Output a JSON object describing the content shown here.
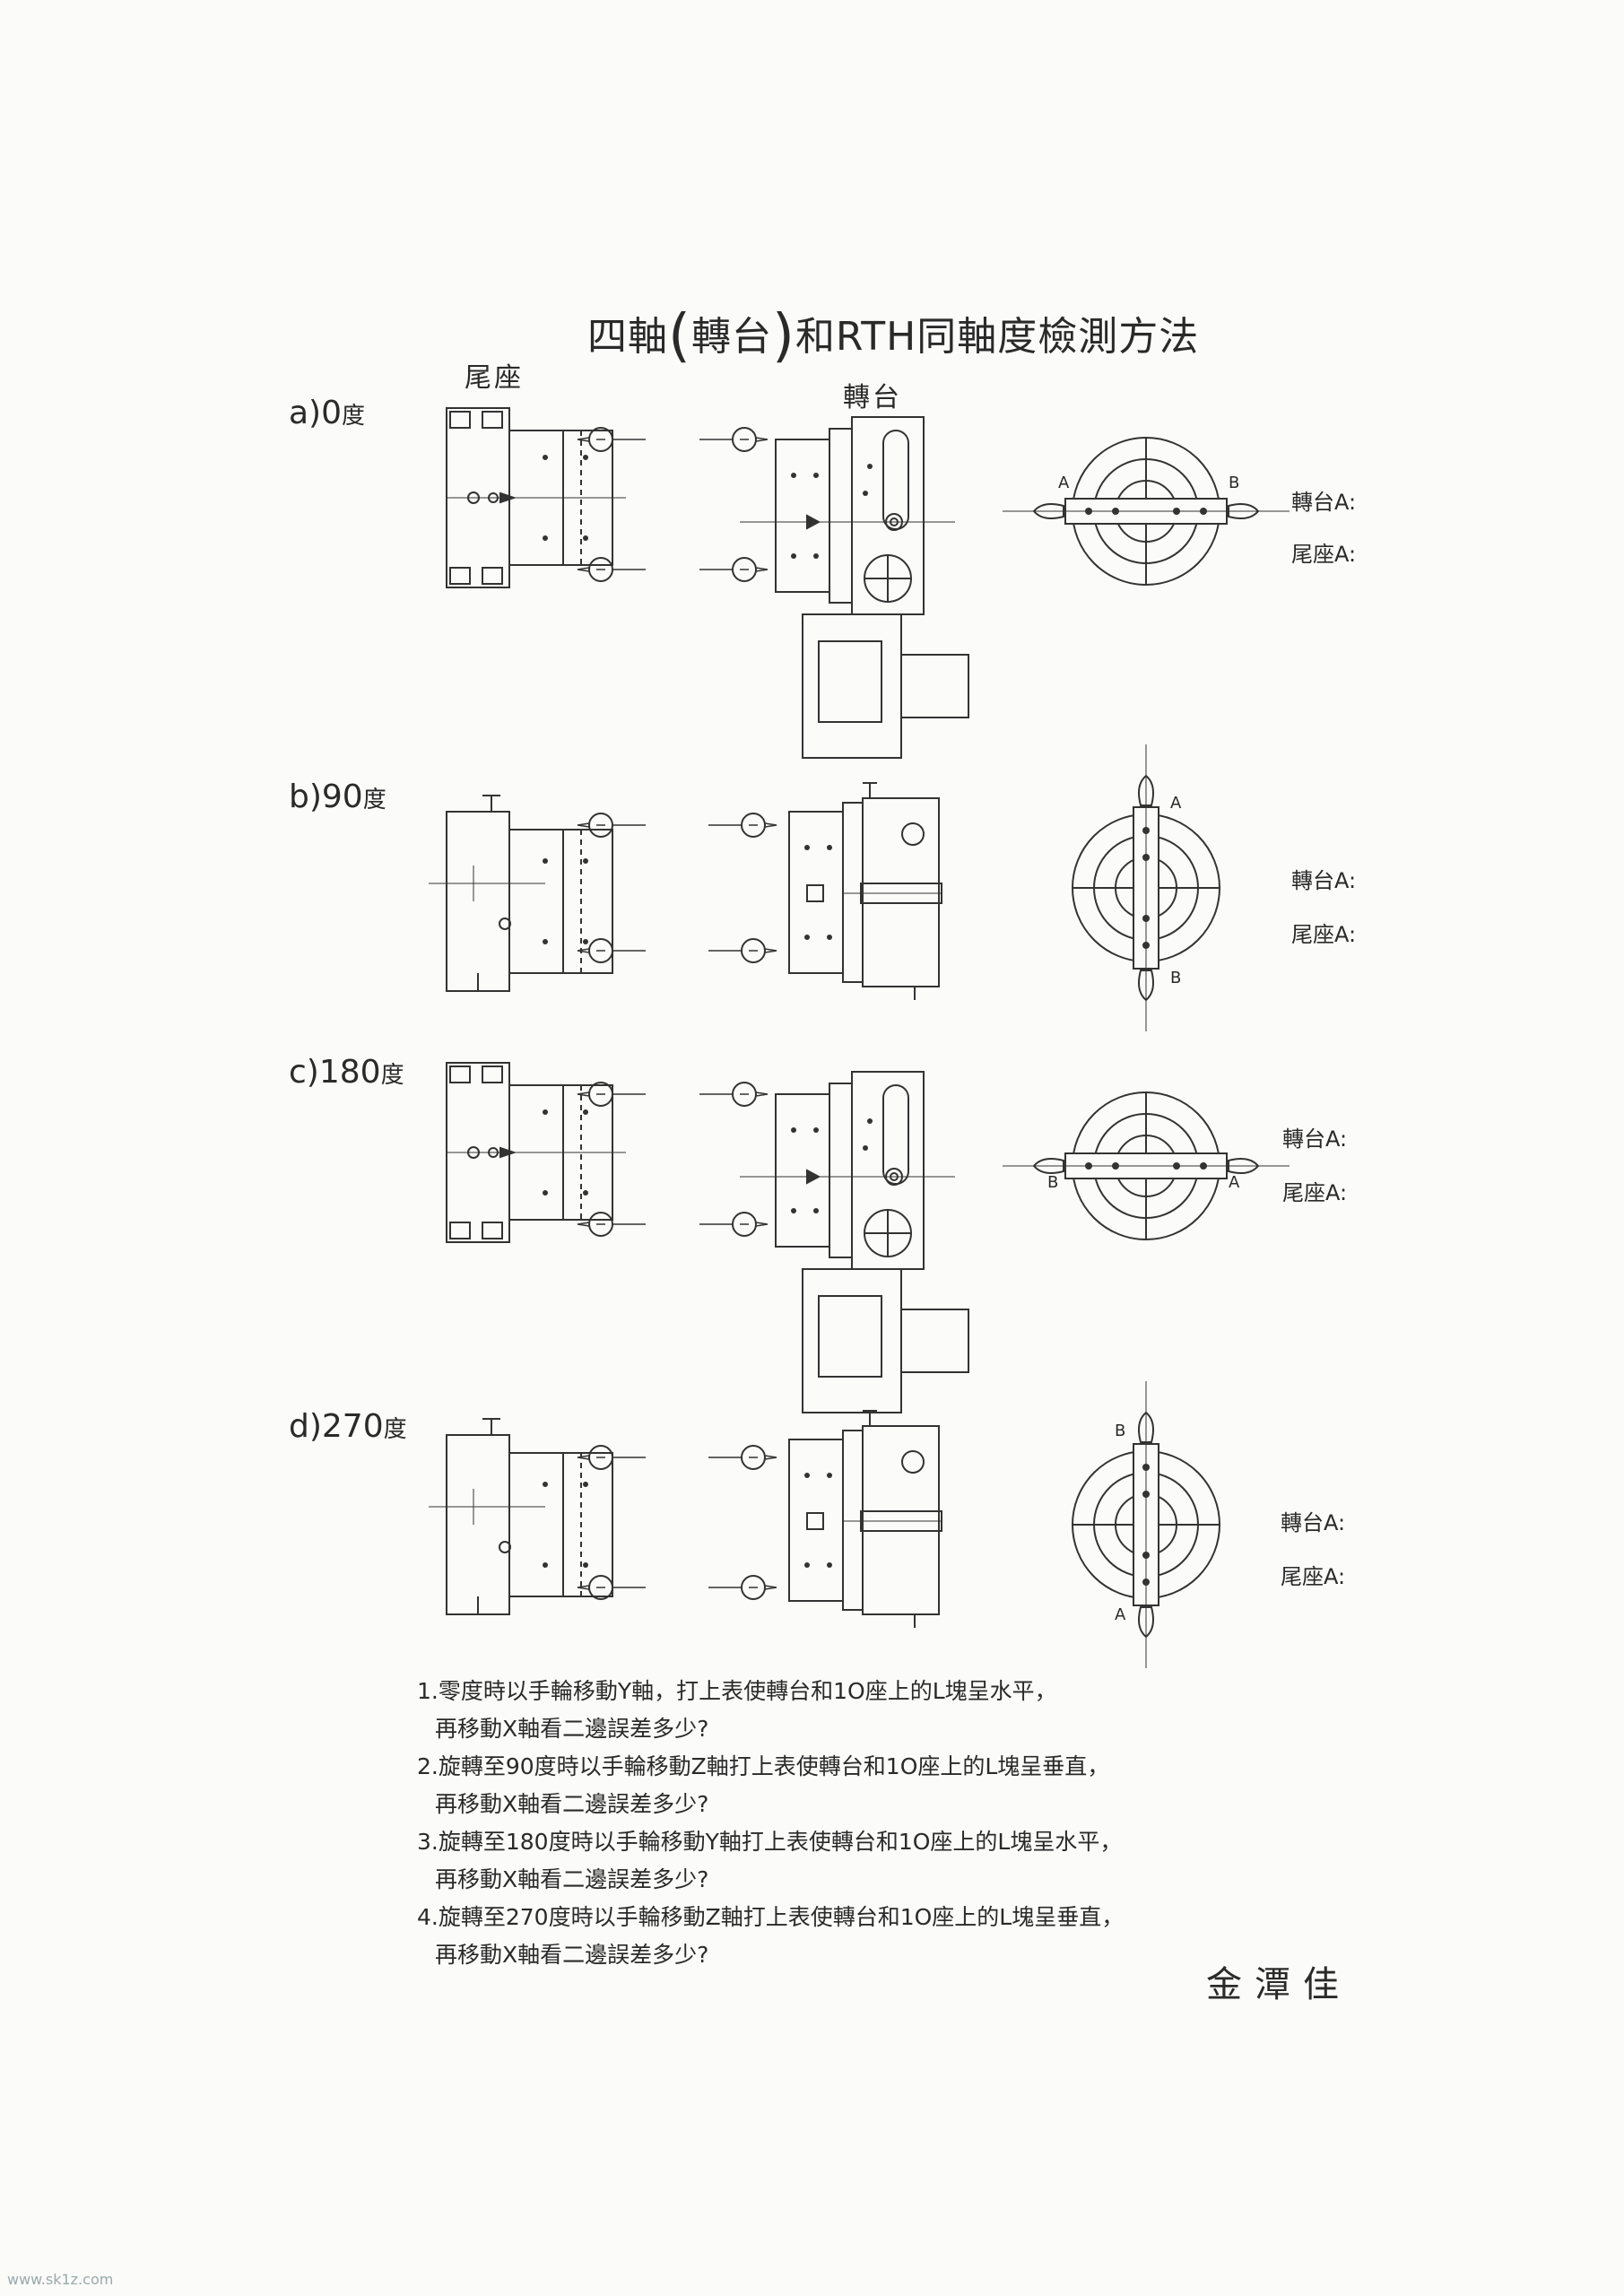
{
  "doc": {
    "title": {
      "prefix": "四軸",
      "paren_open": "(",
      "inner": "轉台",
      "paren_close": ")",
      "suffix": "和RTH同軸度檢測方法"
    },
    "col_tailstock": "尾座",
    "col_rotary": "轉台",
    "sections": [
      {
        "id": "a",
        "label": "a)0",
        "deg": "度",
        "marks": [
          "A",
          "B"
        ],
        "readings": [
          "轉台A:",
          "尾座A:"
        ]
      },
      {
        "id": "b",
        "label": "b)90",
        "deg": "度",
        "marks": [
          "A",
          "B"
        ],
        "readings": [
          "轉台A:",
          "尾座A:"
        ]
      },
      {
        "id": "c",
        "label": "c)180",
        "deg": "度",
        "marks": [
          "B",
          "A"
        ],
        "readings": [
          "轉台A:",
          "尾座A:"
        ]
      },
      {
        "id": "d",
        "label": "d)270",
        "deg": "度",
        "marks": [
          "B",
          "A"
        ],
        "readings": [
          "轉台A:",
          "尾座A:"
        ]
      }
    ],
    "steps": [
      {
        "line1": "1.零度時以手輪移動Y軸，打上表使轉台和1O座上的L塊呈水平，",
        "line2": "再移動X軸看二邊誤差多少?"
      },
      {
        "line1": "2.旋轉至90度時以手輪移動Z軸打上表使轉台和1O座上的L塊呈垂直，",
        "line2": "再移動X軸看二邊誤差多少?"
      },
      {
        "line1": "3.旋轉至180度時以手輪移動Y軸打上表使轉台和1O座上的L塊呈水平，",
        "line2": "再移動X軸看二邊誤差多少?"
      },
      {
        "line1": "4.旋轉至270度時以手輪移動Z軸打上表使轉台和1O座上的L塊呈垂直，",
        "line2": "再移動X軸看二邊誤差多少?"
      }
    ],
    "signature": "金潭佳",
    "watermark": "www.sk1z.com"
  }
}
